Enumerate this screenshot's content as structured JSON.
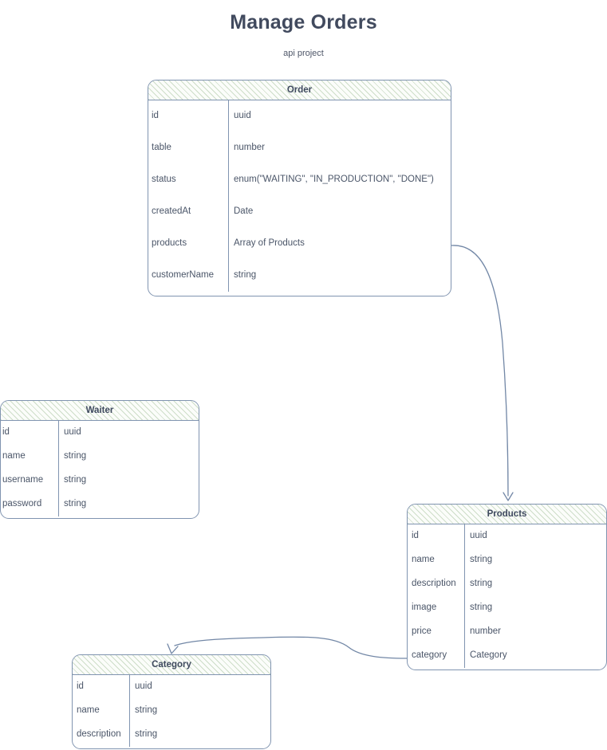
{
  "header": {
    "title": "Manage Orders",
    "subtitle": "api project"
  },
  "colors": {
    "title_text": "#414a5e",
    "body_text": "#4a5568",
    "border": "#8094b0",
    "header_hatch": "#96b78c",
    "connector": "#7287a6",
    "background": "#ffffff"
  },
  "diagram": {
    "type": "entity-relationship",
    "entities": [
      {
        "id": "order",
        "name": "Order",
        "fields": [
          {
            "name": "id",
            "type": "uuid"
          },
          {
            "name": "table",
            "type": "number"
          },
          {
            "name": "status",
            "type": "enum(\"WAITING\", \"IN_PRODUCTION\", \"DONE\")"
          },
          {
            "name": "createdAt",
            "type": "Date"
          },
          {
            "name": "products",
            "type": "Array of Products"
          },
          {
            "name": "customerName",
            "type": "string"
          }
        ]
      },
      {
        "id": "waiter",
        "name": "Waiter",
        "fields": [
          {
            "name": "id",
            "type": "uuid"
          },
          {
            "name": "name",
            "type": "string"
          },
          {
            "name": "username",
            "type": "string"
          },
          {
            "name": "password",
            "type": "string"
          }
        ]
      },
      {
        "id": "products",
        "name": "Products",
        "fields": [
          {
            "name": "id",
            "type": "uuid"
          },
          {
            "name": "name",
            "type": "string"
          },
          {
            "name": "description",
            "type": "string"
          },
          {
            "name": "image",
            "type": "string"
          },
          {
            "name": "price",
            "type": "number"
          },
          {
            "name": "category",
            "type": "Category"
          }
        ]
      },
      {
        "id": "category",
        "name": "Category",
        "fields": [
          {
            "name": "id",
            "type": "uuid"
          },
          {
            "name": "name",
            "type": "string"
          },
          {
            "name": "description",
            "type": "string"
          }
        ]
      }
    ],
    "relationships": [
      {
        "from": "order",
        "from_field": "products",
        "to": "products"
      },
      {
        "from": "products",
        "from_field": "category",
        "to": "category"
      }
    ]
  }
}
